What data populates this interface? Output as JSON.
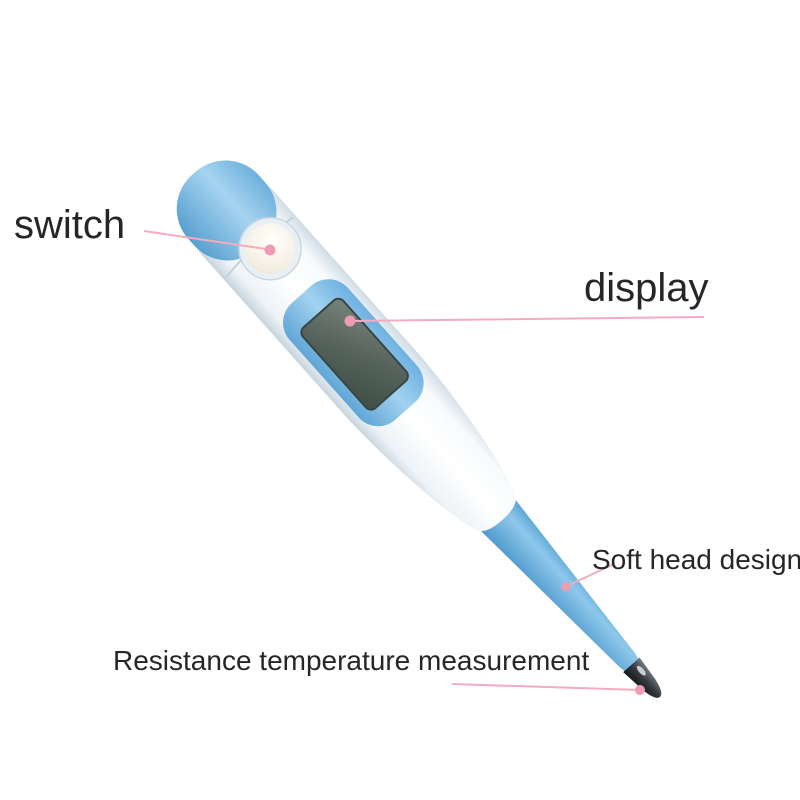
{
  "figure": {
    "subject": "digital-thermometer"
  },
  "annotations": {
    "switch": {
      "label": "switch"
    },
    "display": {
      "label": "display"
    },
    "soft_head": {
      "label": "Soft head design"
    },
    "resistance": {
      "label": "Resistance temperature measurement"
    }
  },
  "colors": {
    "background": "#ffffff",
    "text": "#262626",
    "callout-line": "#f4abbd",
    "callout-dot": "#ef9cb3",
    "thermometer-blue": "#7fbce6",
    "body-white": "#ffffff",
    "lcd-screen": "#55635c",
    "metal-tip": "#33383d",
    "button-face": "#f4efe3"
  }
}
